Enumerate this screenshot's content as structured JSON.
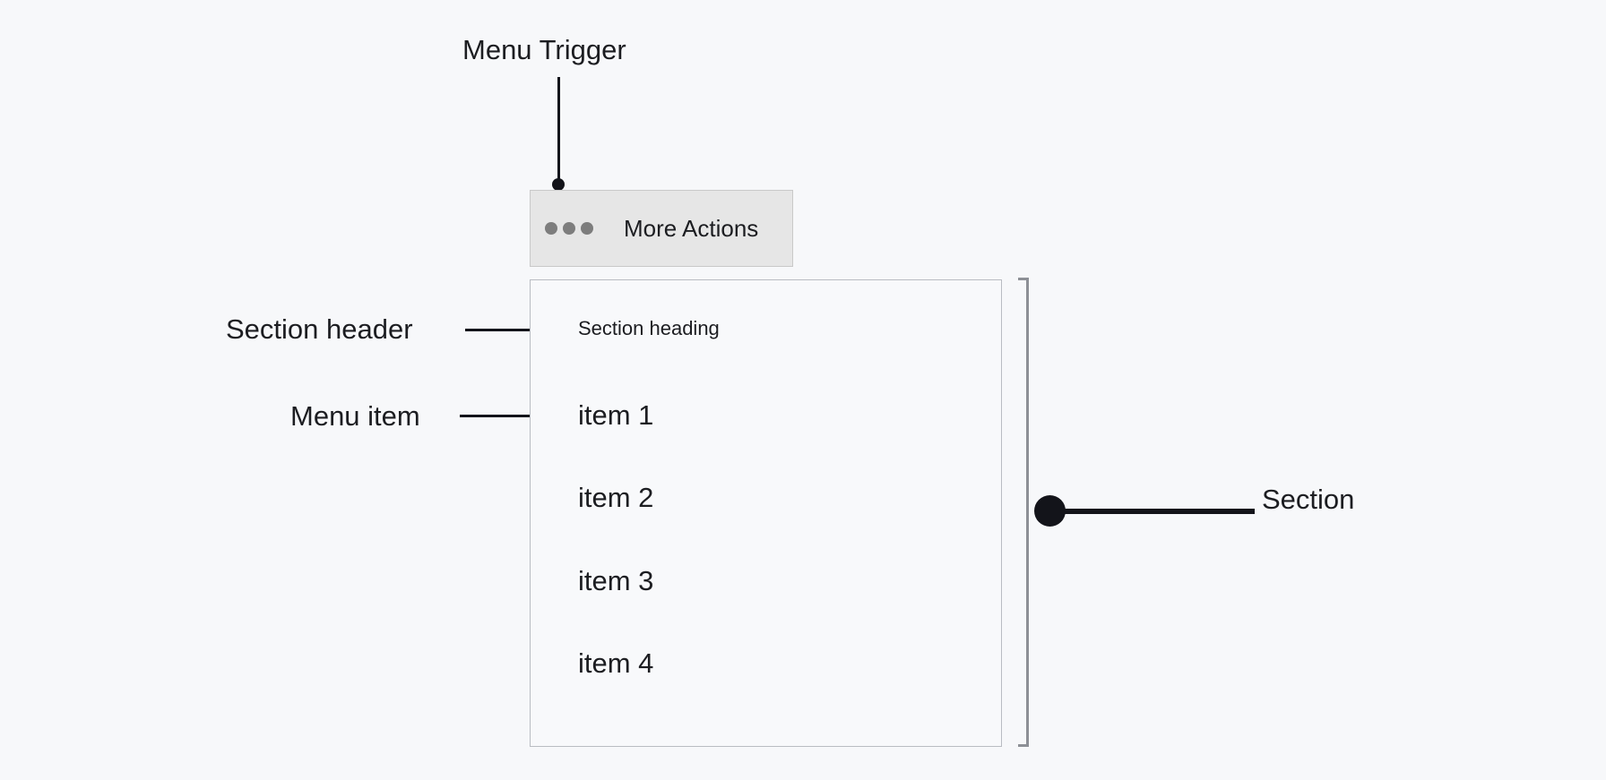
{
  "canvas": {
    "background": "#f7f8fa",
    "text_color": "#1c1d21",
    "accent_color": "#13141a",
    "bracket_color": "#8d9096",
    "panel_border_color": "#b9bcc2",
    "button_background": "#e6e6e6",
    "button_border": "#c9c9c9",
    "dot_icon_color": "#7d7d7d"
  },
  "annotations": {
    "menu_trigger": "Menu Trigger",
    "section_header": "Section header",
    "menu_item": "Menu item",
    "section": "Section"
  },
  "trigger": {
    "label": "More Actions",
    "icon": "ellipsis-horizontal-icon",
    "dot_count": 3
  },
  "menu": {
    "section_heading": "Section heading",
    "items": [
      {
        "label": "item 1"
      },
      {
        "label": "item 2"
      },
      {
        "label": "item 3"
      },
      {
        "label": "item 4"
      }
    ]
  }
}
